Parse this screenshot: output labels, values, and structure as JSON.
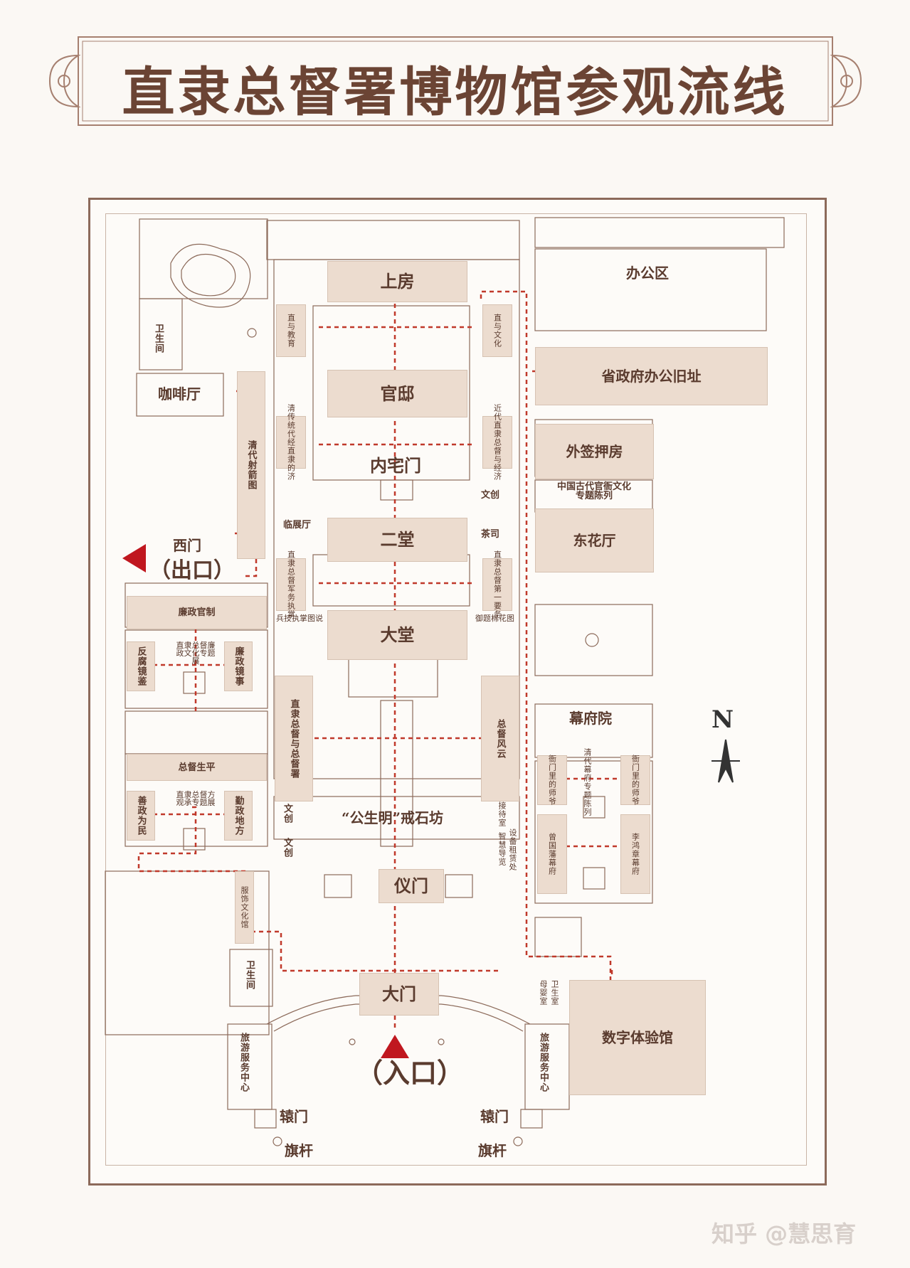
{
  "title": "直隶总督署博物馆参观流线",
  "colors": {
    "route": "#c0392b",
    "hall": "#ecdccf",
    "line": "#8c6a5a",
    "title": "#6b4434",
    "arrow": "#c0171f"
  },
  "labels": {
    "office_area": "办公区",
    "shangfang": "上房",
    "guanxie": "官邸",
    "neizhai_gate": "内宅门",
    "ertang": "二堂",
    "datang": "大堂",
    "yimen": "仪门",
    "damen": "大门",
    "jieshifang": "“公生明”戒石坊",
    "entrance": "（入口）",
    "west_gate": "西门",
    "exit": "（出口）",
    "cafe": "咖啡厅",
    "toilet_nw": "卫生间",
    "toilet_sw": "卫生间",
    "toilet_mother": "卫生室",
    "mother_room": "母婴室",
    "qing_shooting": "清代射箭图",
    "lianzheng_guanzhi": "廉政官制",
    "fanfu": "反腐镜鉴",
    "lianzheng_jishi": "廉政镜事",
    "lianzheng_exhibit": "直隶总督廉政文化专题展",
    "zongdu_shengping": "总督生平",
    "shanzheng": "善政为民",
    "qinzheng": "勤政地方",
    "fangguan_exhibit": "直隶总督方观承专题展",
    "jiaoyu": "直与教育",
    "wenhua": "直与文化",
    "qing_econ": "清传统代经直隶的济",
    "jindai": "近代直隶总督与经济",
    "linzhanting": "临展厅",
    "wenchuang1": "文创",
    "chasi": "茶司",
    "junwu": "直隶总督军务执掌",
    "diyi": "直隶总督第一要务",
    "bingjizhi": "兵技执掌图说",
    "yuti": "御题棉花图",
    "zongdu_shu": "直隶总督与总督署",
    "zongdu_fengyun": "总督风云",
    "wenchuang2": "文创",
    "wenchuang3": "文创",
    "jiedaishi": "接待室",
    "zhihui_daolan": "智慧导览",
    "shebei": "设备租赁处",
    "shengzhengfu": "省政府办公旧址",
    "waiqian": "外签押房",
    "gudai_exhibit": "中国古代官衙文化专题陈列",
    "donghuating": "东花厅",
    "mufuyuan": "幕府院",
    "yamen_left": "衙门里的师爷",
    "qing_mufu": "清代幕府专题陈列",
    "yamen_right": "衙门里的师爷",
    "zeng": "曾国藩幕府",
    "li": "李鸿章幕府",
    "digital": "数字体验馆",
    "costume": "服饰文化馆",
    "tourist_left": "旅游服务中心",
    "tourist_right": "旅游服务中心",
    "yuanmen_left": "辕门",
    "yuanmen_right": "辕门",
    "flag_left": "旗杆",
    "flag_right": "旗杆",
    "north": "N"
  },
  "watermark": "知乎 @慧思育"
}
